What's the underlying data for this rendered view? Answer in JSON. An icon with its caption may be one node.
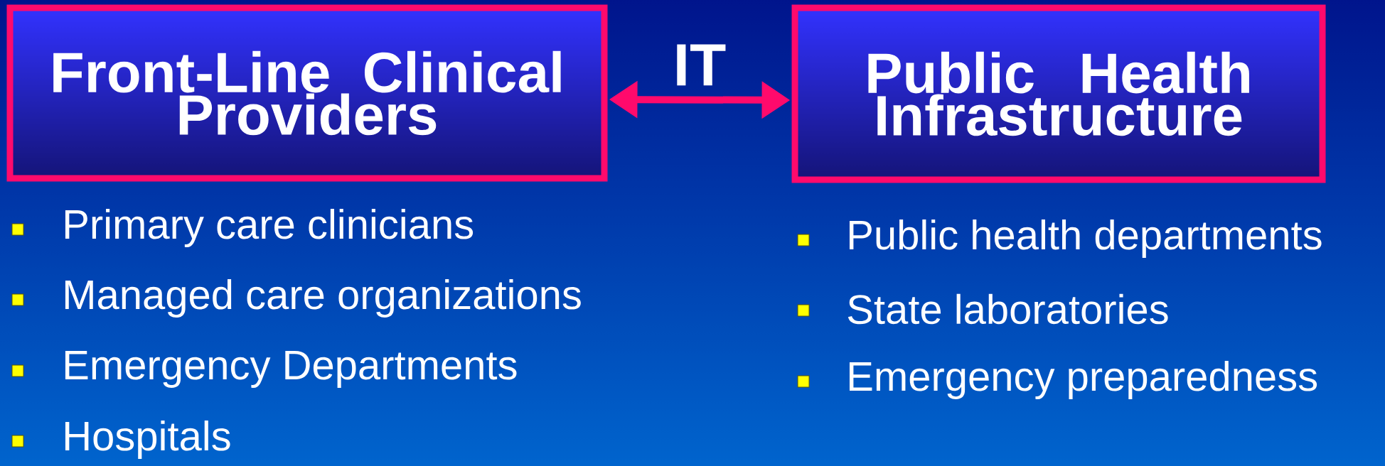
{
  "diagram": {
    "nodes": [
      {
        "text": [
          "Front-Line Clinical Providers"
        ]
      },
      {
        "text": [
          "Public Health Infrastructure"
        ]
      }
    ],
    "edges": [
      {
        "from": 0,
        "to": 1,
        "arrow": "both",
        "label": "IT",
        "color": "#ff0a6c"
      }
    ],
    "labels": [
      "Primary care clinicians",
      "Managed care organizations",
      "Emergency Departments",
      "Hospitals",
      "Public health departments",
      "State laboratories",
      "Emergency preparedness"
    ]
  }
}
